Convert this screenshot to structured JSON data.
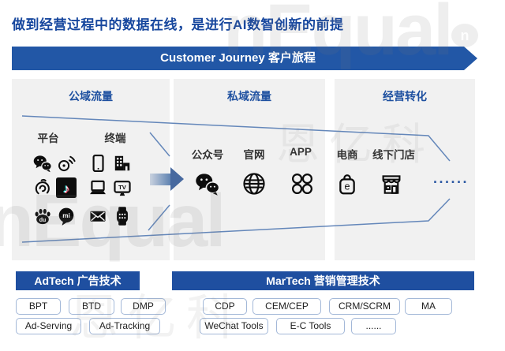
{
  "title": "做到经营过程中的数据在线，是进行AI数智创新的前提",
  "banner": {
    "label": "Customer Journey 客户旅程"
  },
  "stages": {
    "public": {
      "header": "公域流量",
      "platform_label": "平台",
      "terminal_label": "终端",
      "platform_icons": [
        "wechat",
        "weibo",
        "spiral-target",
        "douyin",
        "baidu",
        "mi-chat"
      ],
      "terminal_icons": [
        "tablet",
        "office-building",
        "laptop",
        "tv",
        "mail",
        "smartwatch"
      ]
    },
    "private": {
      "header": "私域流量",
      "items": [
        {
          "label": "公众号",
          "icon": "wechat"
        },
        {
          "label": "官网",
          "icon": "globe"
        },
        {
          "label": "APP",
          "icon": "app-grid"
        }
      ]
    },
    "conversion": {
      "header": "经营转化",
      "items": [
        {
          "label": "电商",
          "icon": "ecommerce-bag"
        },
        {
          "label": "线下门店",
          "icon": "storefront"
        }
      ],
      "ellipsis": "......"
    }
  },
  "icon_glyphs": {
    "tv": "TV",
    "baidu": "du",
    "mi": "mi",
    "ecommerce": "e",
    "douyin": "♪"
  },
  "adtech": {
    "header": "AdTech 广告技术",
    "row1": [
      "BPT",
      "BTD",
      "DMP"
    ],
    "row2": [
      "Ad-Serving",
      "Ad-Tracking"
    ]
  },
  "martech": {
    "header": "MarTech 营销管理技术",
    "row1": [
      "CDP",
      "CEM/CEP",
      "CRM/SCRM",
      "MA"
    ],
    "row2": [
      "WeChat Tools",
      "E-C Tools",
      "......"
    ]
  },
  "watermarks": {
    "brand": "nEqual",
    "brand_cn": "恩亿科",
    "mark": "n"
  },
  "colors": {
    "primary_blue": "#2257a6",
    "title_blue": "#17479e",
    "panel_gray": "#f1f1f1",
    "funnel_line": "#6487ba",
    "button_border": "#a3b8d8"
  }
}
